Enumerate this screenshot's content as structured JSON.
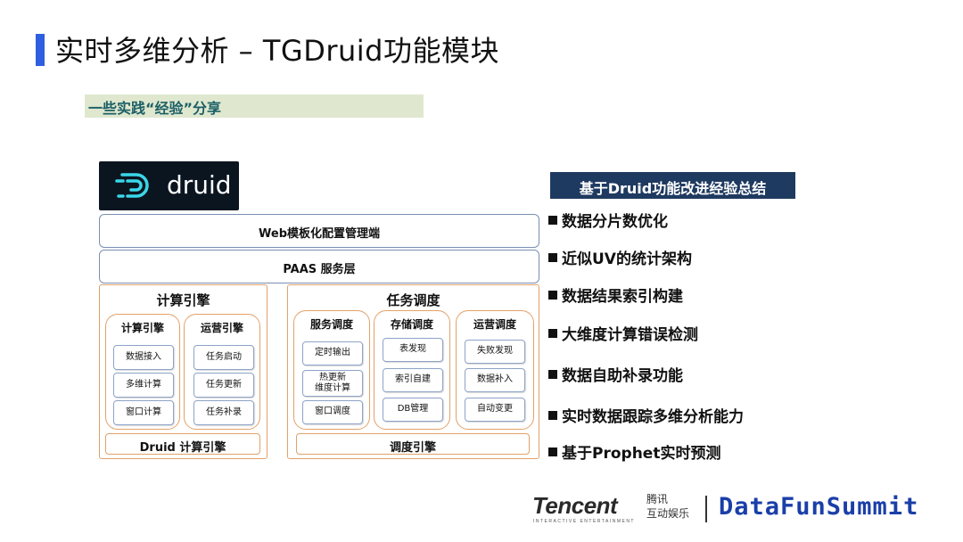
{
  "title": "实时多维分析 – TGDruid功能模块",
  "subtitle": "一些实践“经验”分享",
  "logo": {
    "text": "druid",
    "icon": "druid-logo-mark"
  },
  "layers": {
    "web": "Web模板化配置管理端",
    "paas": "PAAS 服务层"
  },
  "compute_panel": {
    "title": "计算引擎",
    "col1": {
      "title": "计算引擎",
      "items": [
        "数据接入",
        "多维计算",
        "窗口计算"
      ]
    },
    "col2": {
      "title": "运营引擎",
      "items": [
        "任务启动",
        "任务更新",
        "任务补录"
      ]
    },
    "engine": "Druid 计算引擎"
  },
  "schedule_panel": {
    "title": "任务调度",
    "col1": {
      "title": "服务调度",
      "items": [
        "定时输出",
        "热更新\n维度计算",
        "窗口调度"
      ]
    },
    "col2": {
      "title": "存储调度",
      "items": [
        "表发现",
        "索引自建",
        "DB管理"
      ]
    },
    "col3": {
      "title": "运营调度",
      "items": [
        "失败发现",
        "数据补入",
        "自动变更"
      ]
    },
    "engine": "调度引擎"
  },
  "summary": {
    "header": "基于Druid功能改进经验总结",
    "items": [
      "数据分片数优化",
      "近似UV的统计架构",
      "数据结果索引构建",
      "大维度计算错误检测",
      "数据自助补录功能",
      "实时数据跟踪多维分析能力",
      "基于Prophet实时预测"
    ]
  },
  "footer": {
    "tencent": "Tencent",
    "tencent_sub": "INTERACTIVE ENTERTAINMENT",
    "tencent_cn_1": "腾讯",
    "tencent_cn_2": "互动娱乐",
    "brand": "DataFunSummit"
  },
  "colors": {
    "accent": "#2f5fe0",
    "subtitle_bg": "#dfe8cf",
    "summary_bg": "#1f3a60",
    "panel_border": "#e2a169",
    "item_border": "#8ea3c8",
    "brand_blue": "#1a3fa8"
  }
}
